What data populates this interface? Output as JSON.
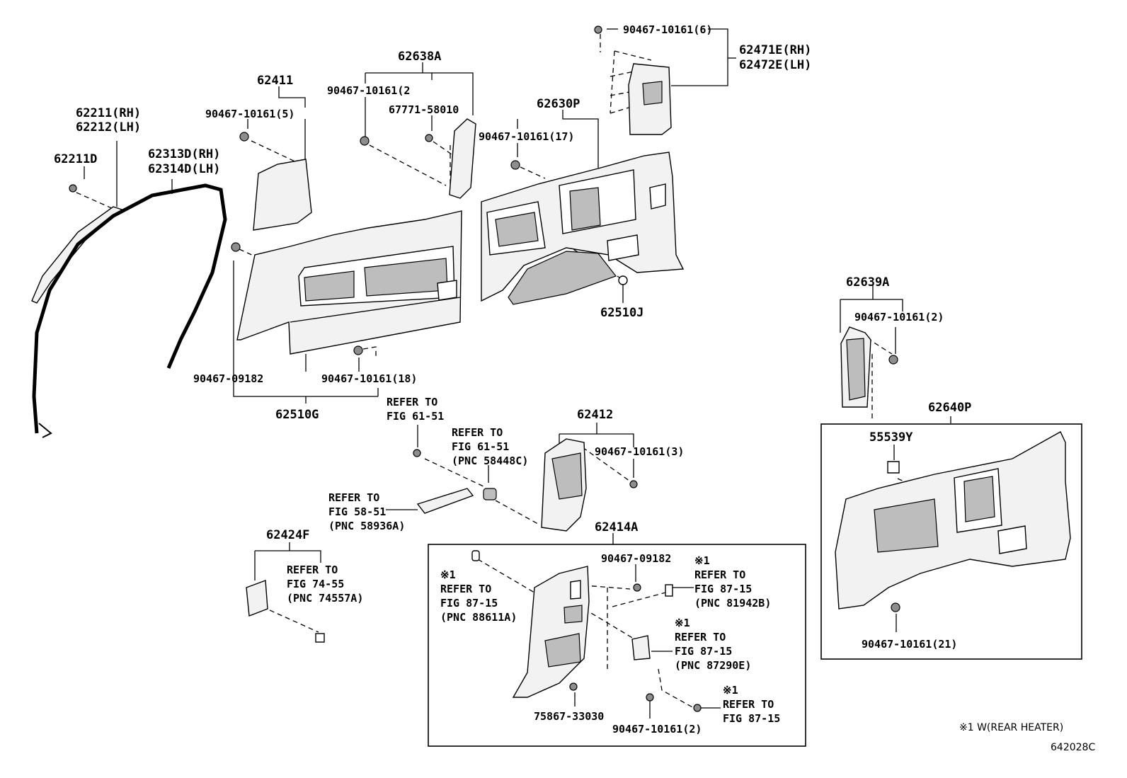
{
  "labels": {
    "p62211rh": "62211(RH)",
    "p62212lh": "62212(LH)",
    "p62211d": "62211D",
    "p62313drh": "62313D(RH)",
    "p62314dlh": "62314D(LH)",
    "p62411": "62411",
    "c62411": "90467-10161(5)",
    "p62638a": "62638A",
    "c62638a": "90467-10161(2",
    "p67771": "67771-58010",
    "p62630p": "62630P",
    "c62630p": "90467-10161(17)",
    "c62471": "90467-10161(6)",
    "p62471erh": "62471E(RH)",
    "p62472elh": "62472E(LH)",
    "p62510j": "62510J",
    "c09182a": "90467-09182",
    "c18": "90467-10161(18)",
    "p62510g": "62510G",
    "p62639a": "62639A",
    "c62639a": "90467-10161(2)",
    "p62640p": "62640P",
    "p55539y": "55539Y",
    "c21": "90467-10161(21)",
    "ref1": "REFER TO\nFIG 61-51",
    "ref2": "REFER TO\nFIG 61-51\n(PNC 58448C)",
    "ref3": "REFER TO\nFIG 58-51\n(PNC 58936A)",
    "p62412": "62412",
    "c62412": "90467-10161(3)",
    "p62424f": "62424F",
    "ref4": "REFER TO\nFIG 74-55\n(PNC 74557A)",
    "p62414a": "62414A",
    "ref5": "※1\nREFER TO\nFIG 87-15\n(PNC 88611A)",
    "c09182b": "90467-09182",
    "ref6": "※1\nREFER TO\nFIG 87-15\n(PNC 81942B)",
    "ref7": "※1\nREFER TO\nFIG 87-15\n(PNC 87290E)",
    "ref8": "※1\nREFER TO\nFIG 87-15",
    "p75867": "75867-33030",
    "c2b": "90467-10161(2)",
    "footnote": "※1 W(REAR HEATER)",
    "figcode": "642028C"
  }
}
